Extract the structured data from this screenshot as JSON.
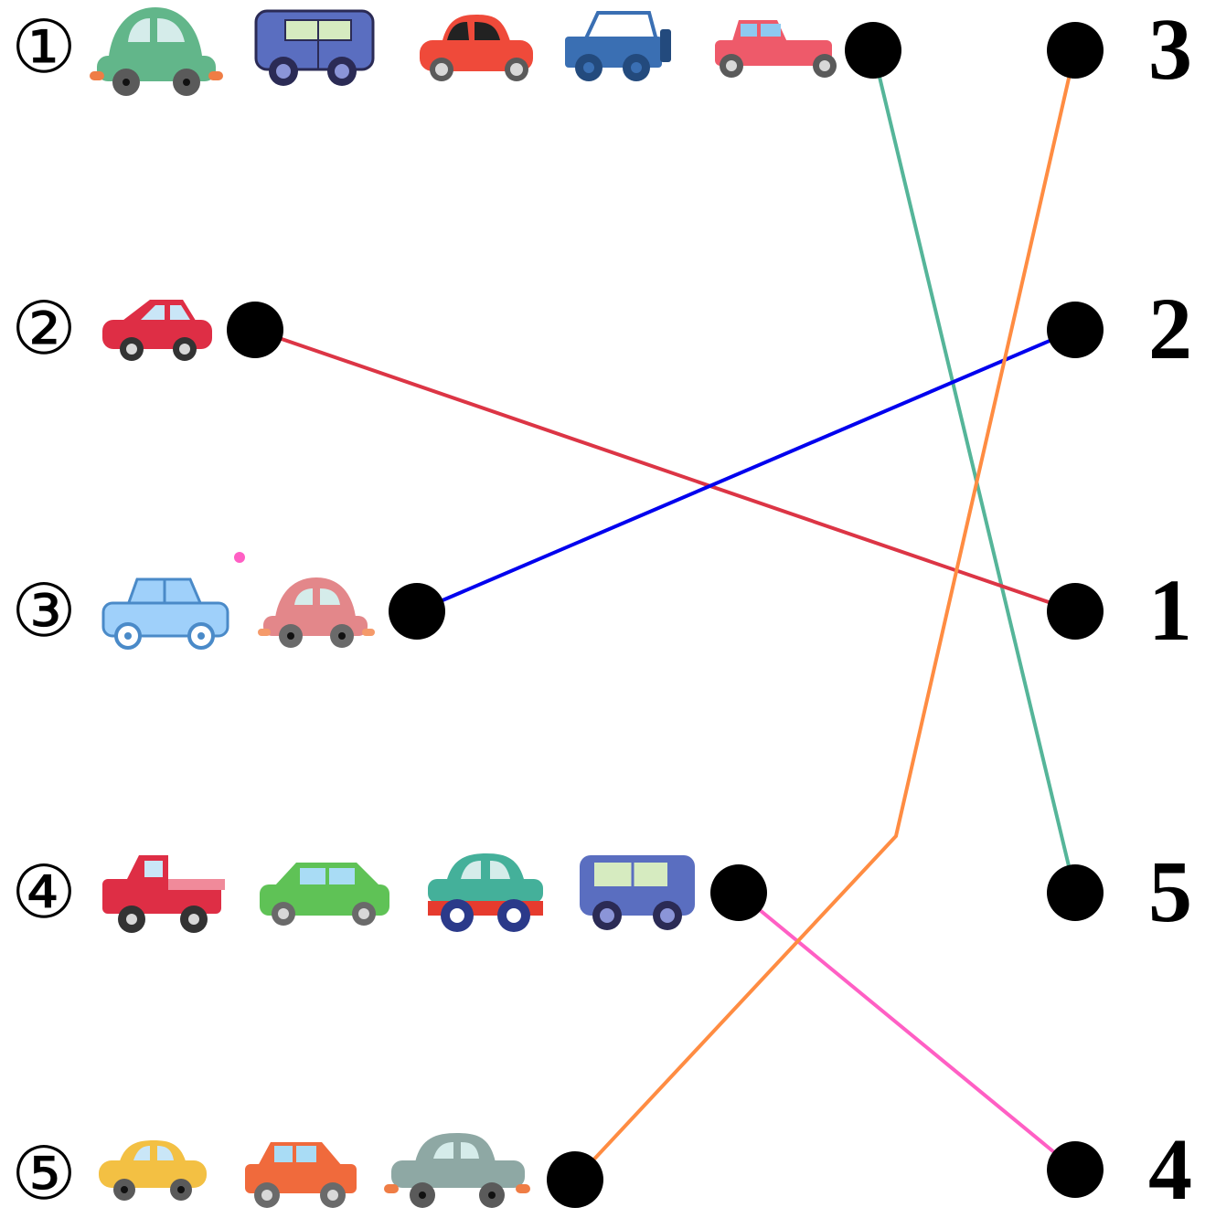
{
  "rows": [
    {
      "label": "①",
      "car_count": 5
    },
    {
      "label": "②",
      "car_count": 1
    },
    {
      "label": "③",
      "car_count": 2
    },
    {
      "label": "④",
      "car_count": 4
    },
    {
      "label": "⑤",
      "car_count": 3
    }
  ],
  "answers": [
    "3",
    "2",
    "1",
    "5",
    "4"
  ],
  "connections": [
    {
      "from_row": "①",
      "to_answer": "5",
      "color": "#55b599"
    },
    {
      "from_row": "②",
      "to_answer": "1",
      "color": "#dc3545"
    },
    {
      "from_row": "③",
      "to_answer": "2",
      "color": "#0000ee"
    },
    {
      "from_row": "④",
      "to_answer": "4",
      "color": "#ff5fc4"
    },
    {
      "from_row": "⑤",
      "to_answer": "3",
      "color": "#ff8c42"
    }
  ],
  "colors": {
    "dot": "#000000",
    "stray_mark": "#ff5fc4"
  }
}
